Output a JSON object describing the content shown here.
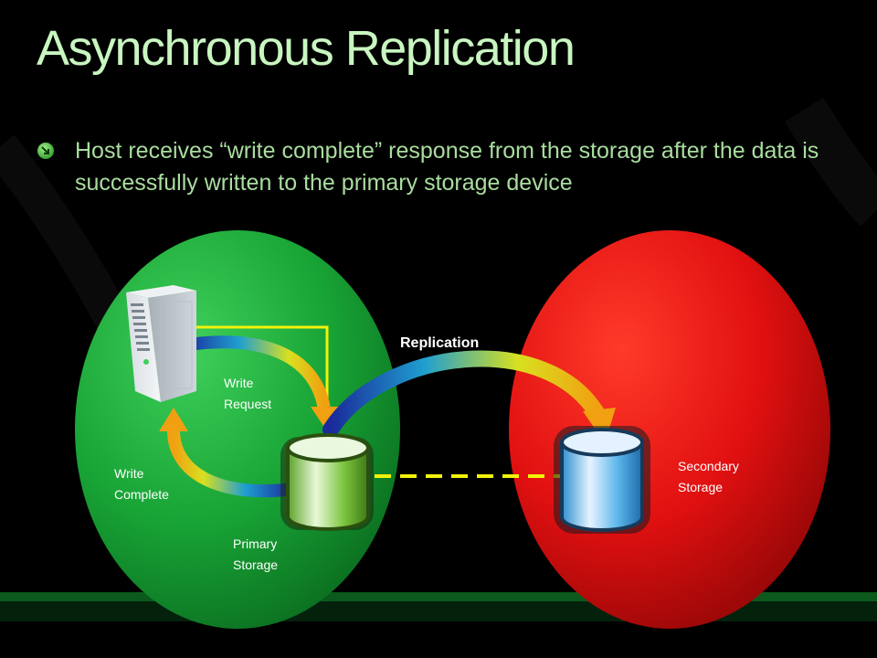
{
  "slide": {
    "title": "Asynchronous Replication",
    "bullet": "Host receives “write complete” response from the storage after the data is successfully written to the primary storage device"
  },
  "diagram": {
    "labels": {
      "write_request_1": "Write",
      "write_request_2": "Request",
      "write_complete_1": "Write",
      "write_complete_2": "Complete",
      "primary_storage_1": "Primary",
      "primary_storage_2": "Storage",
      "secondary_storage_1": "Secondary",
      "secondary_storage_2": "Storage",
      "replication": "Replication"
    },
    "colors": {
      "primary_site": "#1aa33a",
      "secondary_site": "#e01010",
      "link_line": "#f2f20a",
      "title_text": "#c8f5c0",
      "bullet_text": "#a9dd9f"
    }
  }
}
